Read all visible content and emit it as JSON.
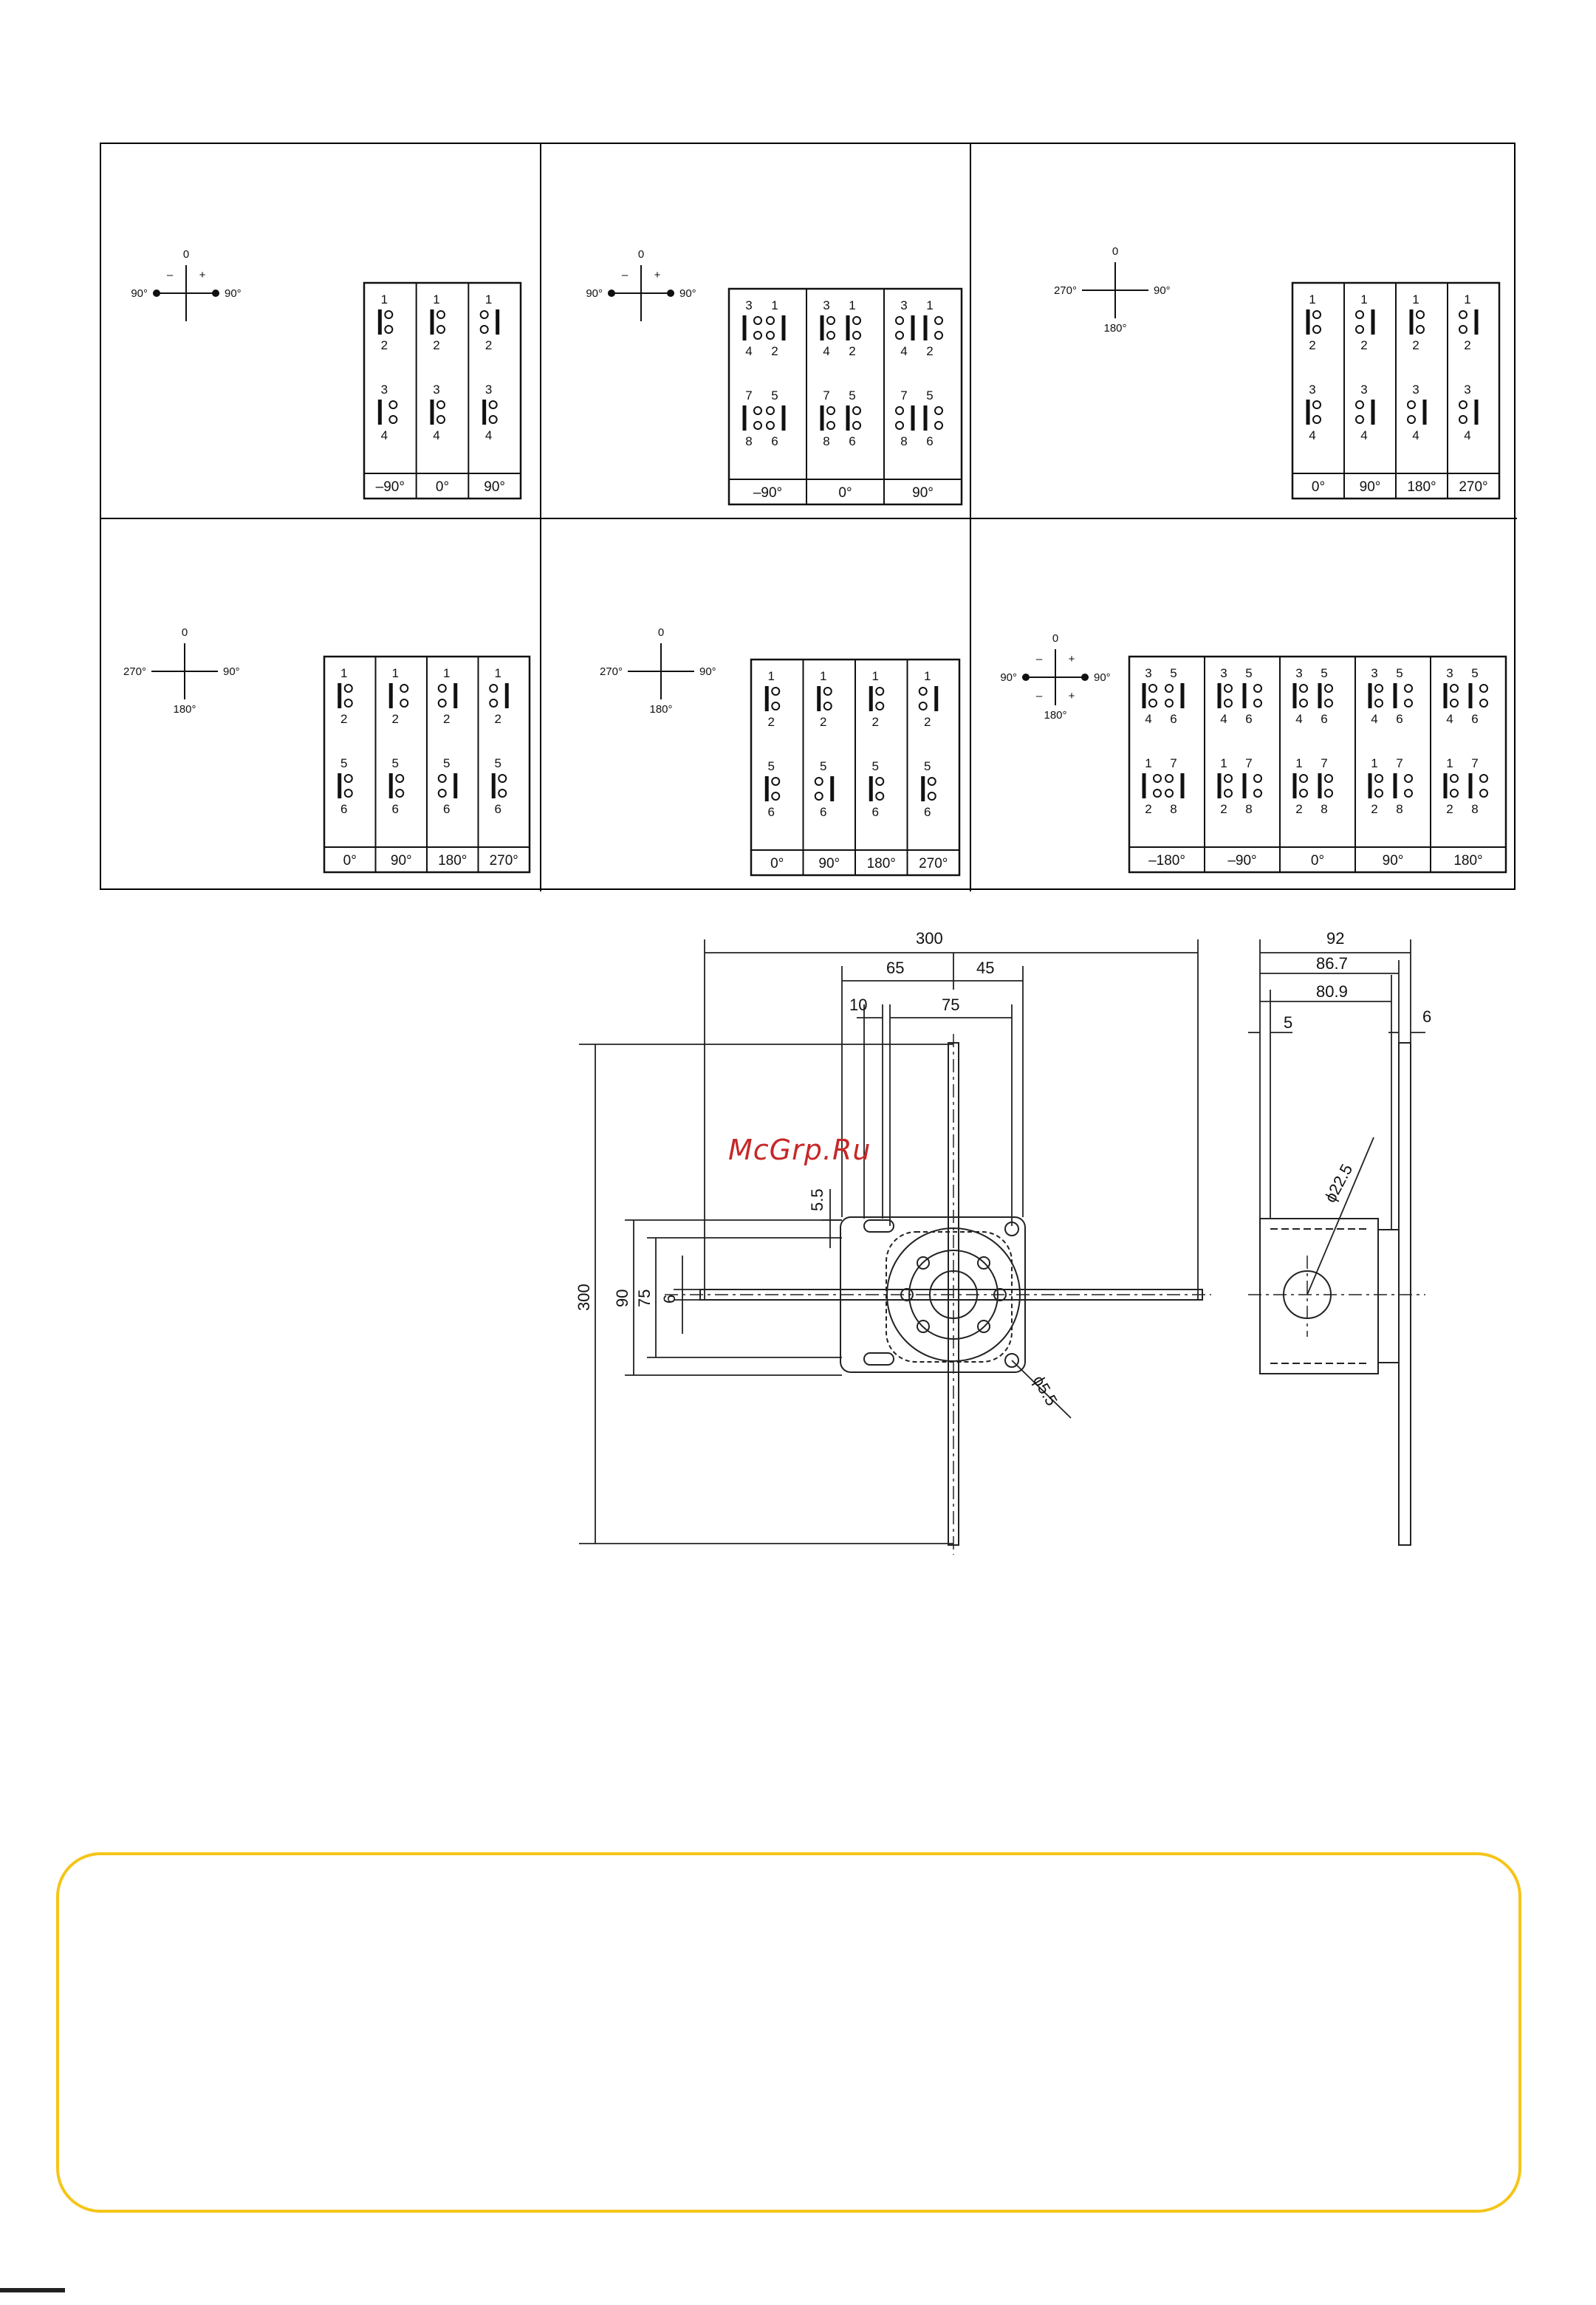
{
  "watermark": "McGrp.Ru",
  "cells": [
    {
      "id": "c1",
      "dial": {
        "top": "0",
        "left": "90°",
        "right": "90°",
        "minus": "–",
        "plus": "+",
        "dots": true,
        "bottom": ""
      },
      "columns": [
        {
          "label": "–90°",
          "rows": [
            {
              "top": [
                "1"
              ],
              "bottom": [
                "2"
              ],
              "contacts": [
                "closed"
              ]
            },
            {
              "top": [
                "3"
              ],
              "bottom": [
                "4"
              ],
              "contacts": [
                "open-left"
              ]
            }
          ]
        },
        {
          "label": "0°",
          "rows": [
            {
              "top": [
                "1"
              ],
              "bottom": [
                "2"
              ],
              "contacts": [
                "closed"
              ]
            },
            {
              "top": [
                "3"
              ],
              "bottom": [
                "4"
              ],
              "contacts": [
                "closed"
              ]
            }
          ]
        },
        {
          "label": "90°",
          "rows": [
            {
              "top": [
                "1"
              ],
              "bottom": [
                "2"
              ],
              "contacts": [
                "open-right"
              ]
            },
            {
              "top": [
                "3"
              ],
              "bottom": [
                "4"
              ],
              "contacts": [
                "closed"
              ]
            }
          ]
        }
      ]
    },
    {
      "id": "c2",
      "dial": {
        "top": "0",
        "left": "90°",
        "right": "90°",
        "minus": "–",
        "plus": "+",
        "dots": true,
        "bottom": ""
      },
      "columns": [
        {
          "label": "–90°",
          "rows": [
            {
              "top": [
                "3",
                "1"
              ],
              "bottom": [
                "4",
                "2"
              ],
              "contacts": [
                "open-left",
                "open-right"
              ]
            },
            {
              "top": [
                "7",
                "5"
              ],
              "bottom": [
                "8",
                "6"
              ],
              "contacts": [
                "open-left",
                "open-right"
              ]
            }
          ]
        },
        {
          "label": "0°",
          "rows": [
            {
              "top": [
                "3",
                "1"
              ],
              "bottom": [
                "4",
                "2"
              ],
              "contacts": [
                "closed",
                "closed"
              ]
            },
            {
              "top": [
                "7",
                "5"
              ],
              "bottom": [
                "8",
                "6"
              ],
              "contacts": [
                "closed",
                "closed"
              ]
            }
          ]
        },
        {
          "label": "90°",
          "rows": [
            {
              "top": [
                "3",
                "1"
              ],
              "bottom": [
                "4",
                "2"
              ],
              "contacts": [
                "open-right",
                "open-left"
              ]
            },
            {
              "top": [
                "7",
                "5"
              ],
              "bottom": [
                "8",
                "6"
              ],
              "contacts": [
                "open-right",
                "open-left"
              ]
            }
          ]
        }
      ]
    },
    {
      "id": "c3",
      "dial": {
        "top": "0",
        "left": "270°",
        "right": "90°",
        "bottom": "180°",
        "minus": "",
        "plus": "",
        "dots": false
      },
      "columns": [
        {
          "label": "0°",
          "rows": [
            {
              "top": [
                "1"
              ],
              "bottom": [
                "2"
              ],
              "contacts": [
                "closed"
              ]
            },
            {
              "top": [
                "3"
              ],
              "bottom": [
                "4"
              ],
              "contacts": [
                "closed"
              ]
            }
          ]
        },
        {
          "label": "90°",
          "rows": [
            {
              "top": [
                "1"
              ],
              "bottom": [
                "2"
              ],
              "contacts": [
                "open-right"
              ]
            },
            {
              "top": [
                "3"
              ],
              "bottom": [
                "4"
              ],
              "contacts": [
                "open-right"
              ]
            }
          ]
        },
        {
          "label": "180°",
          "rows": [
            {
              "top": [
                "1"
              ],
              "bottom": [
                "2"
              ],
              "contacts": [
                "closed"
              ]
            },
            {
              "top": [
                "3"
              ],
              "bottom": [
                "4"
              ],
              "contacts": [
                "open-right"
              ]
            }
          ]
        },
        {
          "label": "270°",
          "rows": [
            {
              "top": [
                "1"
              ],
              "bottom": [
                "2"
              ],
              "contacts": [
                "open-right"
              ]
            },
            {
              "top": [
                "3"
              ],
              "bottom": [
                "4"
              ],
              "contacts": [
                "open-right"
              ]
            }
          ]
        }
      ]
    },
    {
      "id": "c4",
      "dial": {
        "top": "0",
        "left": "270°",
        "right": "90°",
        "bottom": "180°",
        "minus": "",
        "plus": "",
        "dots": false
      },
      "columns": [
        {
          "label": "0°",
          "rows": [
            {
              "top": [
                "1"
              ],
              "bottom": [
                "2"
              ],
              "contacts": [
                "closed"
              ]
            },
            {
              "top": [
                "5"
              ],
              "bottom": [
                "6"
              ],
              "contacts": [
                "closed"
              ]
            }
          ]
        },
        {
          "label": "90°",
          "rows": [
            {
              "top": [
                "1"
              ],
              "bottom": [
                "2"
              ],
              "contacts": [
                "open-left"
              ]
            },
            {
              "top": [
                "5"
              ],
              "bottom": [
                "6"
              ],
              "contacts": [
                "closed"
              ]
            }
          ]
        },
        {
          "label": "180°",
          "rows": [
            {
              "top": [
                "1"
              ],
              "bottom": [
                "2"
              ],
              "contacts": [
                "open-right"
              ]
            },
            {
              "top": [
                "5"
              ],
              "bottom": [
                "6"
              ],
              "contacts": [
                "open-right"
              ]
            }
          ]
        },
        {
          "label": "270°",
          "rows": [
            {
              "top": [
                "1"
              ],
              "bottom": [
                "2"
              ],
              "contacts": [
                "open-right"
              ]
            },
            {
              "top": [
                "5"
              ],
              "bottom": [
                "6"
              ],
              "contacts": [
                "closed"
              ]
            }
          ]
        }
      ]
    },
    {
      "id": "c5",
      "dial": {
        "top": "0",
        "left": "270°",
        "right": "90°",
        "bottom": "180°",
        "minus": "",
        "plus": "",
        "dots": false
      },
      "columns": [
        {
          "label": "0°",
          "rows": [
            {
              "top": [
                "1"
              ],
              "bottom": [
                "2"
              ],
              "contacts": [
                "closed"
              ]
            },
            {
              "top": [
                "5"
              ],
              "bottom": [
                "6"
              ],
              "contacts": [
                "closed"
              ]
            }
          ]
        },
        {
          "label": "90°",
          "rows": [
            {
              "top": [
                "1"
              ],
              "bottom": [
                "2"
              ],
              "contacts": [
                "closed"
              ]
            },
            {
              "top": [
                "5"
              ],
              "bottom": [
                "6"
              ],
              "contacts": [
                "open-right"
              ]
            }
          ]
        },
        {
          "label": "180°",
          "rows": [
            {
              "top": [
                "1"
              ],
              "bottom": [
                "2"
              ],
              "contacts": [
                "closed"
              ]
            },
            {
              "top": [
                "5"
              ],
              "bottom": [
                "6"
              ],
              "contacts": [
                "closed"
              ]
            }
          ]
        },
        {
          "label": "270°",
          "rows": [
            {
              "top": [
                "1"
              ],
              "bottom": [
                "2"
              ],
              "contacts": [
                "open-right"
              ]
            },
            {
              "top": [
                "5"
              ],
              "bottom": [
                "6"
              ],
              "contacts": [
                "closed"
              ]
            }
          ]
        }
      ]
    },
    {
      "id": "c6",
      "dial": {
        "top": "0",
        "left": "90°",
        "right": "90°",
        "bottom": "180°",
        "minus": "–",
        "plus": "+",
        "minus2": "–",
        "plus2": "+",
        "dots": true
      },
      "columns": [
        {
          "label": "–180°",
          "rows": [
            {
              "top": [
                "3",
                "5"
              ],
              "bottom": [
                "4",
                "6"
              ],
              "contacts": [
                "closed",
                "open-right"
              ]
            },
            {
              "top": [
                "1",
                "7"
              ],
              "bottom": [
                "2",
                "8"
              ],
              "contacts": [
                "open-left",
                "open-right"
              ]
            }
          ]
        },
        {
          "label": "–90°",
          "rows": [
            {
              "top": [
                "3",
                "5"
              ],
              "bottom": [
                "4",
                "6"
              ],
              "contacts": [
                "closed",
                "open-left"
              ]
            },
            {
              "top": [
                "1",
                "7"
              ],
              "bottom": [
                "2",
                "8"
              ],
              "contacts": [
                "closed",
                "open-left"
              ]
            }
          ]
        },
        {
          "label": "0°",
          "rows": [
            {
              "top": [
                "3",
                "5"
              ],
              "bottom": [
                "4",
                "6"
              ],
              "contacts": [
                "closed",
                "closed"
              ]
            },
            {
              "top": [
                "1",
                "7"
              ],
              "bottom": [
                "2",
                "8"
              ],
              "contacts": [
                "closed",
                "closed"
              ]
            }
          ]
        },
        {
          "label": "90°",
          "rows": [
            {
              "top": [
                "3",
                "5"
              ],
              "bottom": [
                "4",
                "6"
              ],
              "contacts": [
                "closed",
                "open-left"
              ]
            },
            {
              "top": [
                "1",
                "7"
              ],
              "bottom": [
                "2",
                "8"
              ],
              "contacts": [
                "closed",
                "open-left"
              ]
            }
          ]
        },
        {
          "label": "180°",
          "rows": [
            {
              "top": [
                "3",
                "5"
              ],
              "bottom": [
                "4",
                "6"
              ],
              "contacts": [
                "closed",
                "open-left"
              ]
            },
            {
              "top": [
                "1",
                "7"
              ],
              "bottom": [
                "2",
                "8"
              ],
              "contacts": [
                "closed",
                "open-left"
              ]
            }
          ]
        }
      ]
    }
  ],
  "dimensions": {
    "d300_top": "300",
    "d65": "65",
    "d45": "45",
    "d10": "10",
    "d75_top": "75",
    "d5_5_slot": "5.5",
    "d300_left": "300",
    "d90": "90",
    "d75_left": "75",
    "d6_left": "6",
    "d_phi5_5": "ϕ5.5",
    "d92": "92",
    "d86_7": "86.7",
    "d80_9": "80.9",
    "d5_side": "5",
    "d6_side": "6",
    "d_phi22_5": "ϕ22.5"
  }
}
